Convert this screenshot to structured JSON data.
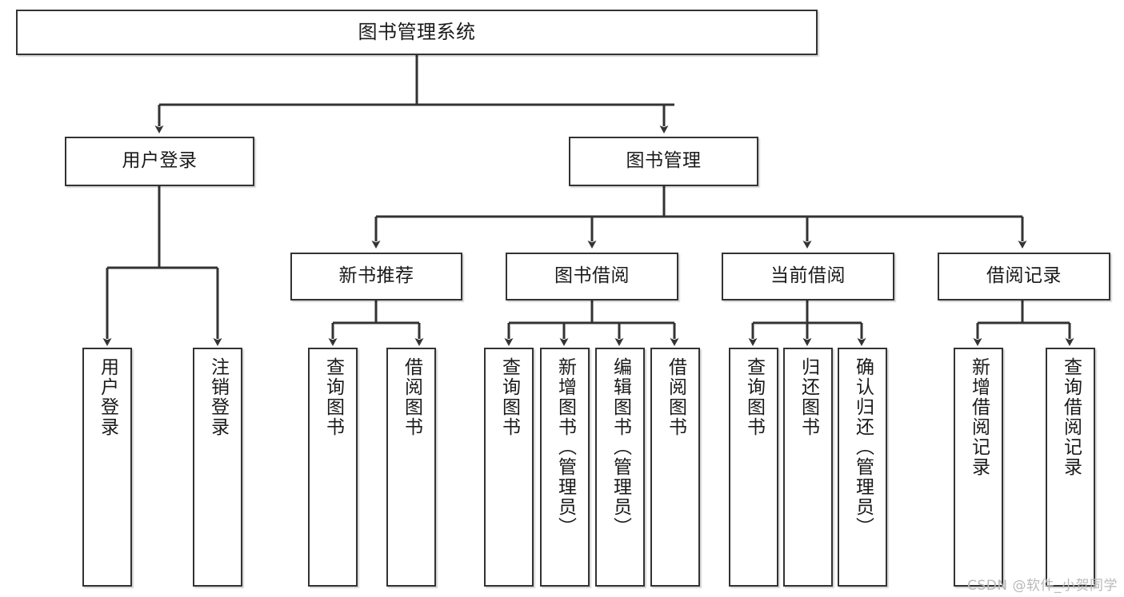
{
  "diagram": {
    "title": "图书管理系统",
    "type": "tree-hierarchy",
    "watermark": "CSDN @软件_小贺同学",
    "colors": {
      "box_border": "#333333",
      "box_fill": "#ffffff",
      "connector": "#333333",
      "text": "#1a1a1a",
      "watermark": "#b9b9b9",
      "background": "#ffffff"
    },
    "root": {
      "label": "图书管理系统"
    },
    "level2": [
      {
        "label": "用户登录"
      },
      {
        "label": "图书管理"
      }
    ],
    "level3": [
      {
        "label": "新书推荐"
      },
      {
        "label": "图书借阅"
      },
      {
        "label": "当前借阅"
      },
      {
        "label": "借阅记录"
      }
    ],
    "leaves": {
      "user_login": [
        {
          "label": "用户登录"
        },
        {
          "label": "注销登录"
        }
      ],
      "new_book_recommend": [
        {
          "label": "查询图书"
        },
        {
          "label": "借阅图书"
        }
      ],
      "book_borrow": [
        {
          "label": "查询图书"
        },
        {
          "label": "新增图书（管理员）"
        },
        {
          "label": "编辑图书（管理员）"
        },
        {
          "label": "借阅图书"
        }
      ],
      "current_borrow": [
        {
          "label": "查询图书"
        },
        {
          "label": "归还图书"
        },
        {
          "label": "确认归还（管理员）"
        }
      ],
      "borrow_record": [
        {
          "label": "新增借阅记录"
        },
        {
          "label": "查询借阅记录"
        }
      ]
    }
  }
}
